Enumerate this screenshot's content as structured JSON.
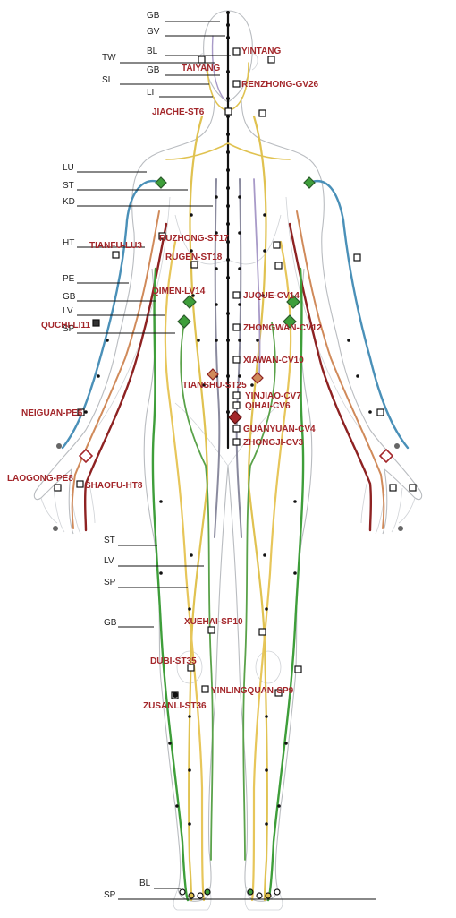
{
  "colors": {
    "lung": "#4a90b8",
    "stomach": "#e0c250",
    "kidney": "#8a8a9e",
    "heart": "#8e2222",
    "pericardium": "#d08a5a",
    "gallbladder": "#3e9e3a",
    "liver": "#5aa24a",
    "spleen": "#e7c65a",
    "conception": "#111111",
    "point_label": "#a3262a"
  },
  "head_labels": {
    "gb": "GB",
    "gv": "GV",
    "bl": "BL",
    "tw": "TW",
    "gb2": "GB",
    "si": "SI",
    "li": "LI"
  },
  "torso_labels": {
    "lu": "LU",
    "st": "ST",
    "kd": "KD",
    "ht": "HT",
    "pe": "PE",
    "gb": "GB",
    "lv": "LV",
    "sp": "SP"
  },
  "leg_labels": {
    "st": "ST",
    "lv": "LV",
    "sp": "SP",
    "gb": "GB"
  },
  "foot_labels": {
    "bl": "BL",
    "sp": "SP"
  },
  "points": {
    "yintang": "YINTANG",
    "taiyang": "TAIYANG",
    "renzhong": "RENZHONG-GV26",
    "jiache": "JIACHE-ST6",
    "ruzhong": "RUZHONG-ST17",
    "tianfu": "TIANFU-LU3",
    "rugen": "RUGEN-ST18",
    "qimen": "QIMEN-LV14",
    "jujue": "JUQUE-CV14",
    "quchi": "QUCHI-LI11",
    "zhongwan": "ZHONGWAN-CV12",
    "xiawan": "XIAWAN-CV10",
    "tianshu": "TIANSHU-ST25",
    "yinjiao": "YINJIAO-CV7",
    "qihai": "QIHAI-CV6",
    "neiguan": "NEIGUAN-PE6",
    "guanyuan": "GUANYUAN-CV4",
    "zhongji": "ZHONGJI-CV3",
    "laogong": "LAOGONG-PE8",
    "shaofu": "SHAOFU-HT8",
    "xuehai": "XUEHAI-SP10",
    "dubi": "DUBI-ST35",
    "yinlingquan": "YINLINGQUAN-SP9",
    "zusanli": "ZUSANLI-ST36"
  }
}
